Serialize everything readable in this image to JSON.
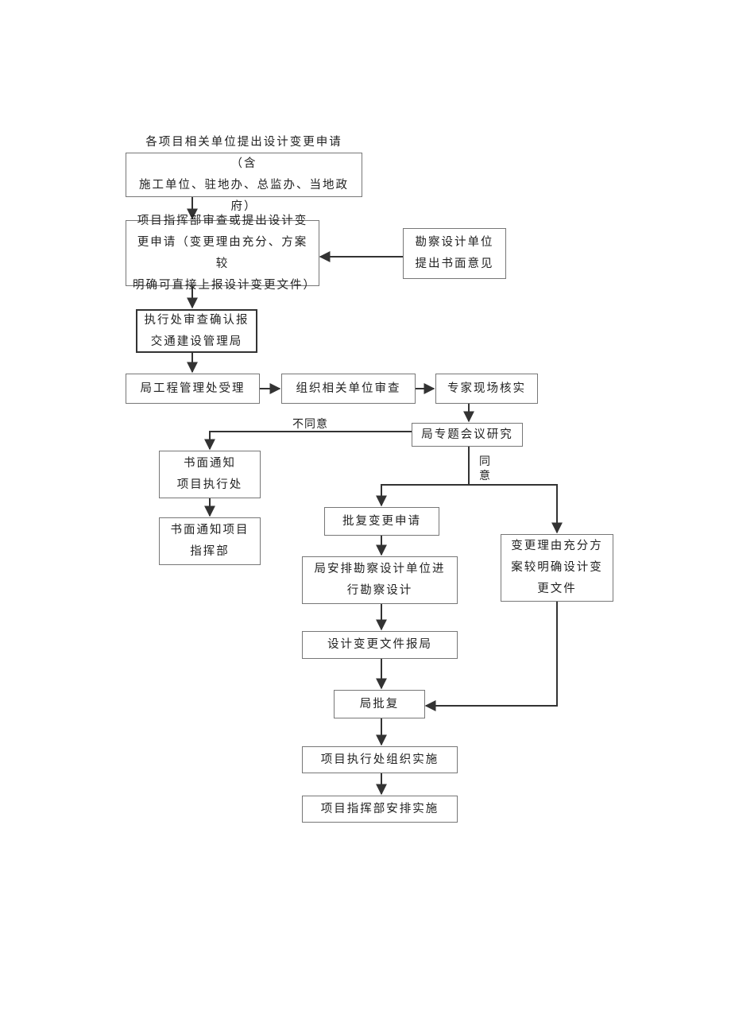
{
  "nodes": {
    "apply": "各项目相关单位提出设计变更申请（含\n施工单位、驻地办、总监办、当地政府）",
    "hq_review": "项目指挥部审查或提出设计变\n更申请（变更理由充分、方案较\n明确可直接上报设计变更文件）",
    "design_unit": "勘察设计单位\n提出书面意见",
    "exec_confirm": "执行处审查确认报\n交通建设管理局",
    "bureau_accept": "局工程管理处受理",
    "org_review": "组织相关单位审查",
    "expert_check": "专家现场核实",
    "meeting": "局专题会议研究",
    "notify_exec": "书面通知\n项目执行处",
    "notify_hq": "书面通知项目\n指挥部",
    "approve_req": "批复变更申请",
    "arrange_design": "局安排勘察设计单位进\n行勘察设计",
    "report_docs": "设计变更文件报局",
    "direct_docs": "变更理由充分方\n案较明确设计变\n更文件",
    "bureau_approve": "局批复",
    "exec_implement": "项目执行处组织实施",
    "hq_implement": "项目指挥部安排实施"
  },
  "labels": {
    "disagree": "不同意",
    "agree": "同\n意"
  }
}
